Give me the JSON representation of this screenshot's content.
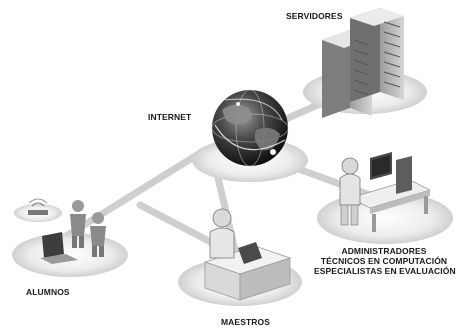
{
  "labels": {
    "servidores": "SERVIDORES",
    "internet": "INTERNET",
    "alumnos": "ALUMNOS",
    "maestros": "MAESTROS",
    "admin": [
      "ADMINISTRADORES",
      "TÉCNICOS EN COMPUTACIÓN",
      "ESPECIALISTAS EN EVALUACIÓN"
    ]
  },
  "colors": {
    "line": "#c9c9c9",
    "disc": "#dcdcdc",
    "figure": "#8a8a8a",
    "globe": "#3a3a3a"
  },
  "icons": [
    "server-rack-icon",
    "globe-icon",
    "students-icon",
    "teacher-desk-icon",
    "admin-desk-icon"
  ]
}
